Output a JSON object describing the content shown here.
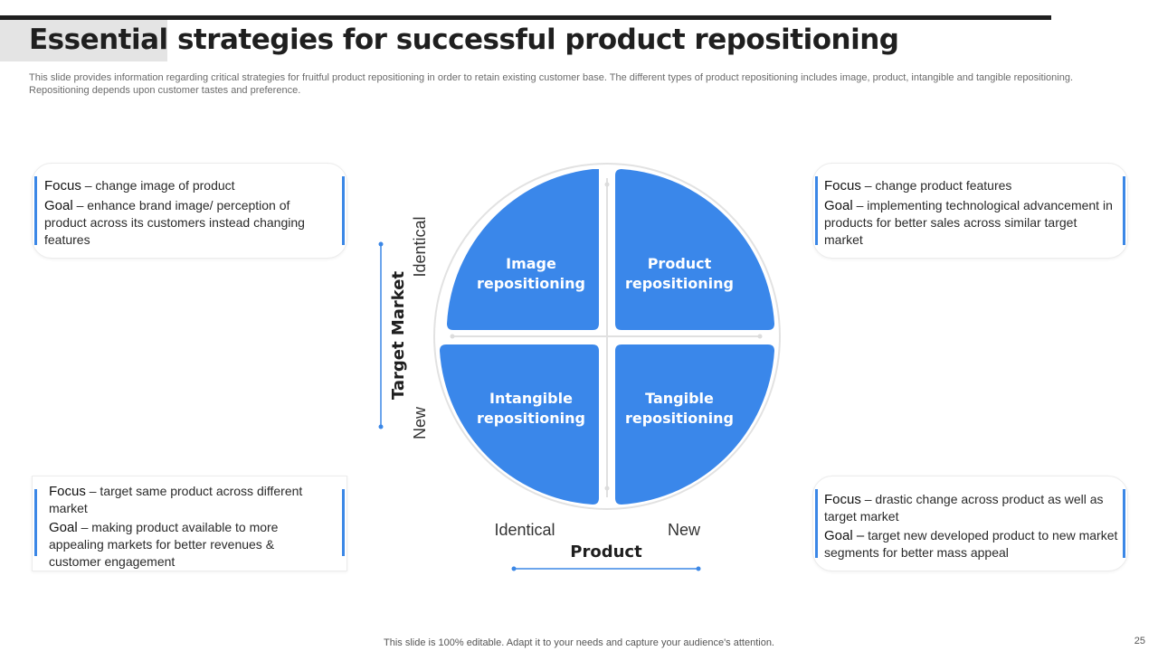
{
  "title": "Essential strategies for successful product repositioning",
  "subtitle": "This slide provides information regarding critical strategies for fruitful product repositioning in order to retain existing customer base. The different types of product repositioning includes image, product, intangible and tangible repositioning. Repositioning depends upon customer tastes and preference.",
  "colors": {
    "accent": "#3b87e6",
    "quadrant": "#3a87ea",
    "title": "#1f1f1f"
  },
  "boxes": {
    "top_left": {
      "focus_label": "Focus",
      "focus_text": " – change image of product",
      "goal_label": "Goal",
      "goal_text": " – enhance brand image/ perception of product across its customers instead changing features"
    },
    "top_right": {
      "focus_label": "Focus",
      "focus_text": " – change product features",
      "goal_label": "Goal",
      "goal_text": " – implementing technological advancement in products for better sales across similar target market"
    },
    "bottom_left": {
      "focus_label": "Focus",
      "focus_text": " – target same product across different market",
      "goal_label": "Goal",
      "goal_text": " – making product available to more appealing markets for better revenues & customer engagement"
    },
    "bottom_right": {
      "focus_label": "Focus",
      "focus_text": " – drastic change across product as well as target market",
      "goal_label": "Goal –",
      "goal_text": " target new developed product to new market segments for better mass appeal"
    }
  },
  "diagram": {
    "quadrants": {
      "tl": [
        "Image",
        "repositioning"
      ],
      "tr": [
        "Product",
        "repositioning"
      ],
      "bl": [
        "Intangible",
        "repositioning"
      ],
      "br": [
        "Tangible",
        "repositioning"
      ]
    },
    "y_axis": {
      "title": "Target Market",
      "top_label": "Identical",
      "bottom_label": "New"
    },
    "x_axis": {
      "title": "Product",
      "left_label": "Identical",
      "right_label": "New"
    }
  },
  "footer": "This slide is 100% editable. Adapt it to your needs and capture your audience's attention.",
  "page_number": "25"
}
